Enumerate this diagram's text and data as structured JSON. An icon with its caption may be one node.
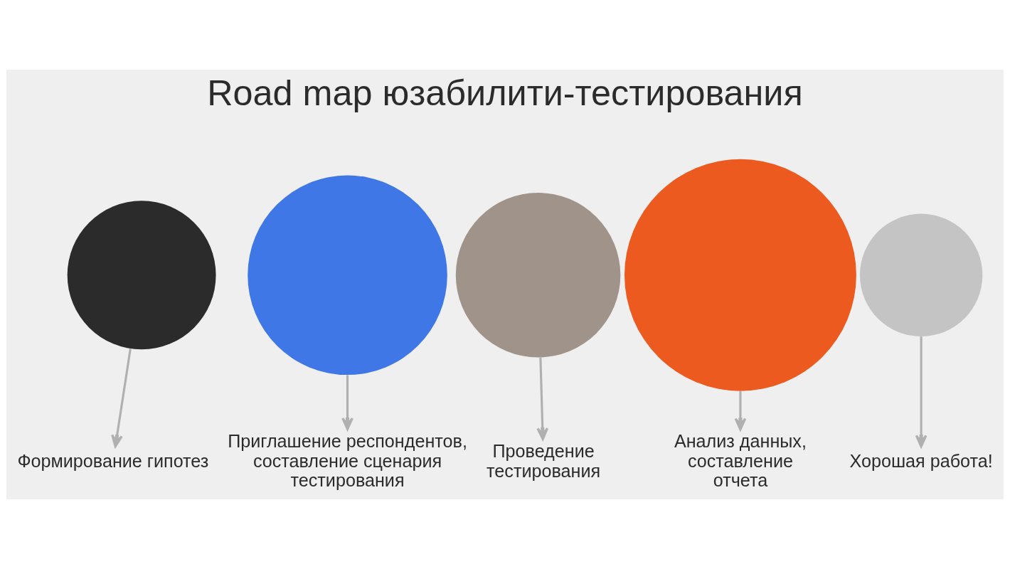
{
  "diagram": {
    "title": "Road map юзабилити-тестирования",
    "nodes": [
      {
        "text": [],
        "shape": "circle"
      },
      {
        "text": [],
        "shape": "circle"
      },
      {
        "text": [],
        "shape": "circle"
      },
      {
        "text": [],
        "shape": "circle"
      },
      {
        "text": [],
        "shape": "circle"
      },
      {
        "text": [
          "Формирование гипотез"
        ]
      },
      {
        "text": [
          "Приглашение респондентов, составление сценария тестирования"
        ]
      },
      {
        "text": [
          "Проведение тестирования"
        ]
      },
      {
        "text": [
          "Анализ данных, составление отчета"
        ]
      },
      {
        "text": [
          "Хорошая работа!"
        ]
      }
    ],
    "edges": [
      {
        "from": 0,
        "to": 5,
        "arrow": "to"
      },
      {
        "from": 1,
        "to": 6,
        "arrow": "to"
      },
      {
        "from": 2,
        "to": 7,
        "arrow": "to"
      },
      {
        "from": 3,
        "to": 8,
        "arrow": "to"
      },
      {
        "from": 4,
        "to": 9,
        "arrow": "to"
      }
    ]
  }
}
